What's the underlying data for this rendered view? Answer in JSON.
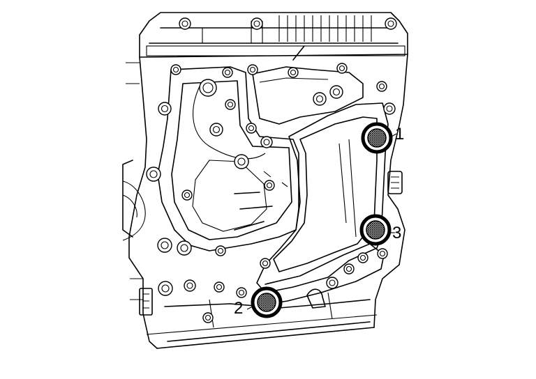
{
  "figure": {
    "callouts": [
      {
        "id": "bolt-1",
        "label": "1"
      },
      {
        "id": "bolt-2",
        "label": "2"
      },
      {
        "id": "bolt-3",
        "label": "3"
      }
    ]
  }
}
